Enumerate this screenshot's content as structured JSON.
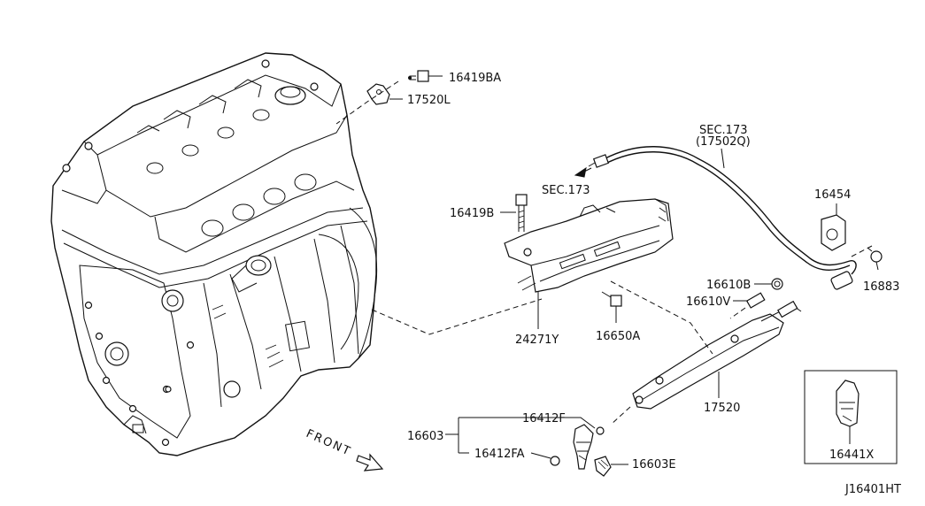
{
  "labels": {
    "p16419BA": "16419BA",
    "p17520L": "17520L",
    "sec173_top": "SEC.173",
    "p17502Q": "(17502Q)",
    "sec173_left": "SEC.173",
    "p16454": "16454",
    "p16419B": "16419B",
    "p16610B": "16610B",
    "p16610V": "16610V",
    "p16883": "16883",
    "p24271Y": "24271Y",
    "p16650A": "16650A",
    "p17520": "17520",
    "p16412F": "16412F",
    "p16603": "16603",
    "p16412FA": "16412FA",
    "p16603E": "16603E",
    "p16441X": "16441X",
    "front": "FRONT",
    "diagram_id": "J16401HT"
  }
}
